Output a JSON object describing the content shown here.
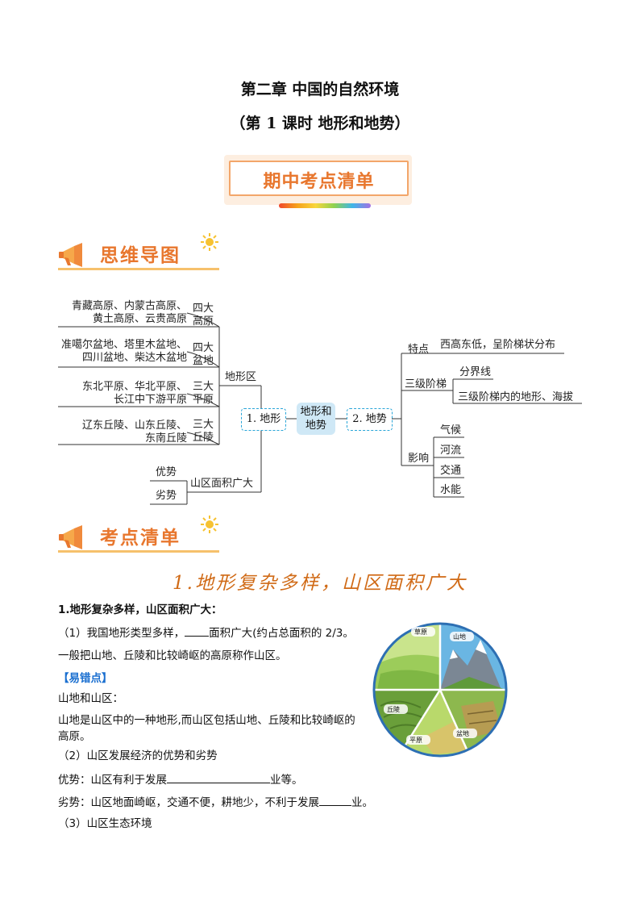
{
  "header": {
    "title": "第二章  中国的自然环境",
    "subtitle": "（第 1 课时  地形和地势）",
    "banner": "期中考点清单"
  },
  "section1": {
    "title": "思维导图"
  },
  "mindmap": {
    "left": [
      {
        "items": [
          "青藏高原、内蒙古高原、",
          "黄土高原、云贵高原"
        ],
        "label": [
          "四大",
          "高原"
        ]
      },
      {
        "items": [
          "准噶尔盆地、塔里木盆地、",
          "四川盆地、柴达木盆地"
        ],
        "label": [
          "四大",
          "盆地"
        ]
      },
      {
        "items": [
          "东北平原、华北平原、",
          "长江中下游平原"
        ],
        "label": [
          "三大",
          "平原"
        ]
      },
      {
        "items": [
          "辽东丘陵、山东丘陵、",
          "东南丘陵"
        ],
        "label": [
          "三大",
          "丘陵"
        ]
      }
    ],
    "terrain_region": "地形区",
    "advantage": "优势",
    "disadvantage": "劣势",
    "mountain_area": "山区面积广大",
    "node_terrain": "1. 地形",
    "center": [
      "地形和",
      "地势"
    ],
    "node_relief": "2. 地势",
    "feature_label": "特点",
    "feature_text": "西高东低，呈阶梯状分布",
    "steps_label": "三级阶梯",
    "boundary": "分界线",
    "steps_detail": "三级阶梯内的地形、海拔",
    "influence_label": "影响",
    "influences": [
      "气候",
      "河流",
      "交通",
      "水能"
    ]
  },
  "section2": {
    "title": "考点清单"
  },
  "content": {
    "topic_title": "1.地形复杂多样，山区面积广大",
    "heading": "1.地形复杂多样，山区面积广大：",
    "p1a": "（1）我国地形类型多样，",
    "p1b": "面积广大(约占总面积的 2/3。",
    "p2": "一般把山地、丘陵和比较崎岖的高原称作山区。",
    "tip": "【易错点】",
    "p3": "山地和山区：",
    "p4": "山地是山区中的一种地形,而山区包括山地、丘陵和比较崎岖的高原。",
    "p5": "（2）山区发展经济的优势和劣势",
    "p6a": "优势：山区有利于发展",
    "p6b": "业等。",
    "p7a": "劣势：山区地面崎岖，交通不便，耕地少，不利于发展",
    "p7b": "业。",
    "p8": "（3）山区生态环境"
  },
  "figure": {
    "labels": [
      "草原",
      "山地",
      "丘陵",
      "平原",
      "盆地"
    ]
  },
  "colors": {
    "accent": "#e8772e",
    "dash": "#2aa6d8",
    "center": "#cfe8f6"
  }
}
